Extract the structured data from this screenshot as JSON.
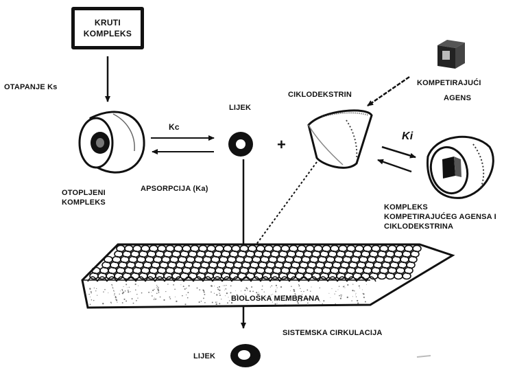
{
  "solid_complex": {
    "line1": "KRUTI",
    "line2": "KOMPLEKS"
  },
  "dissolution_label": "OTAPANJE Ks",
  "dissolved_complex": {
    "line1": "OTOPLJENI",
    "line2": "KOMPLEKS"
  },
  "kc_label": "Kc",
  "drug_label": "LIJEK",
  "absorption_label": "APSORPCIJA (Ka)",
  "cyclodextrin_label": "CIKLODEKSTRIN",
  "plus_sign": "+",
  "competing_agent": {
    "line1": "KOMPETIRAJUĆI",
    "line2": "AGENS"
  },
  "ki_label": "Ki",
  "competitor_complex": {
    "line1": "KOMPLEKS",
    "line2": "KOMPETIRAJUĆEG AGENSA I",
    "line3": "CIKLODEKSTRINA"
  },
  "membrane_label": "BIOLOŠKA MEMBRANA",
  "circulation_label": "SISTEMSKA CIRKULACIJA",
  "drug_bottom_label": "LIJEK",
  "colors": {
    "ink": "#111111",
    "paper": "#ffffff",
    "gray": "#cfcfcf"
  }
}
